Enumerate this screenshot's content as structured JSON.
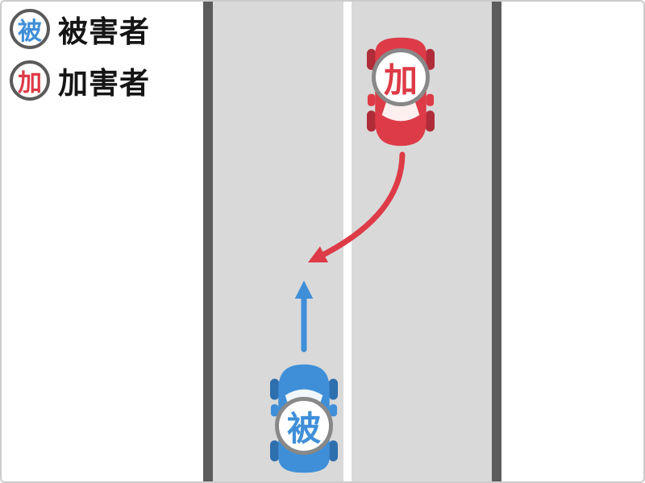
{
  "legend": {
    "victim": {
      "badge": "被",
      "label": "被害者"
    },
    "perpetrator": {
      "badge": "加",
      "label": "加害者"
    }
  },
  "cars": {
    "perpetrator": {
      "badge": "加"
    },
    "victim": {
      "badge": "被"
    }
  },
  "colors": {
    "victim_blue": "#3f8fd8",
    "victim_blue_dark": "#2e6fae",
    "perpetrator_red": "#dd3b47",
    "perpetrator_red_dark": "#b02c38",
    "road_surface": "#d9d9d9",
    "road_edge": "#5c5c5c",
    "lane_line": "#ffffff",
    "badge_border": "#888888",
    "legend_text": "#151515"
  }
}
